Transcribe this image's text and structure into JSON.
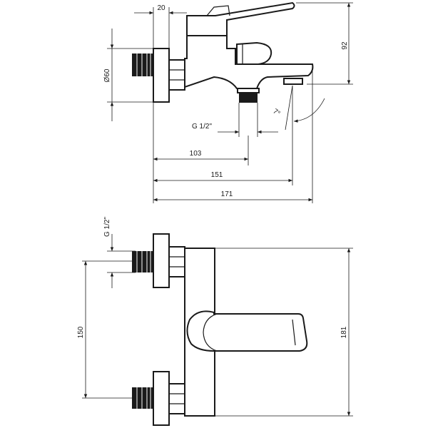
{
  "top_view": {
    "dim_20": "20",
    "dim_92": "92",
    "dim_d60": "Ø60",
    "dim_angle": "7°",
    "dim_thread": "G 1/2\"",
    "dim_103": "103",
    "dim_151": "151",
    "dim_171": "171"
  },
  "front_view": {
    "dim_thread": "G 1/2\"",
    "dim_150": "150",
    "dim_181": "181"
  },
  "colors": {
    "line": "#1a1a1a",
    "background": "#ffffff"
  }
}
